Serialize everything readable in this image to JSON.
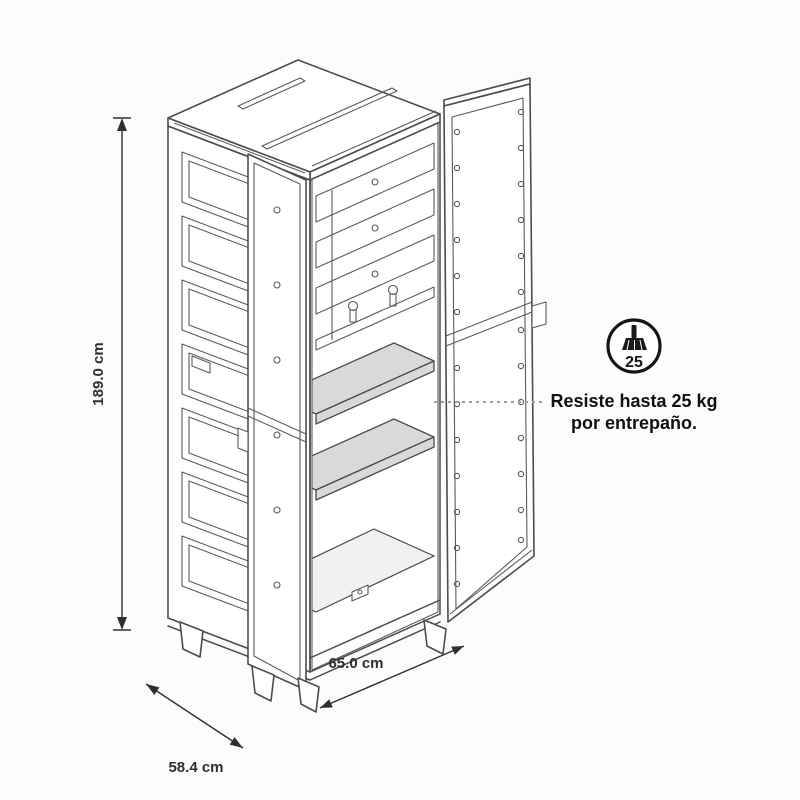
{
  "dimensions": {
    "height_label": "189.0 cm",
    "depth_label": "58.4 cm",
    "width_label": "65.0 cm"
  },
  "annotation": {
    "badge_value": "25",
    "text_line1": "Resiste hasta 25 kg",
    "text_line2": "por entrepaño."
  },
  "icons": {
    "badge": "broom-weight-badge-icon"
  },
  "colors": {
    "line_art": "#4c4c4c",
    "dimension_line": "#2f2f2f",
    "shelf_fill": "#d9d9d9",
    "annotation_text": "#101010",
    "leader_line": "#9c9c9c",
    "background": "#fcfcfc"
  }
}
